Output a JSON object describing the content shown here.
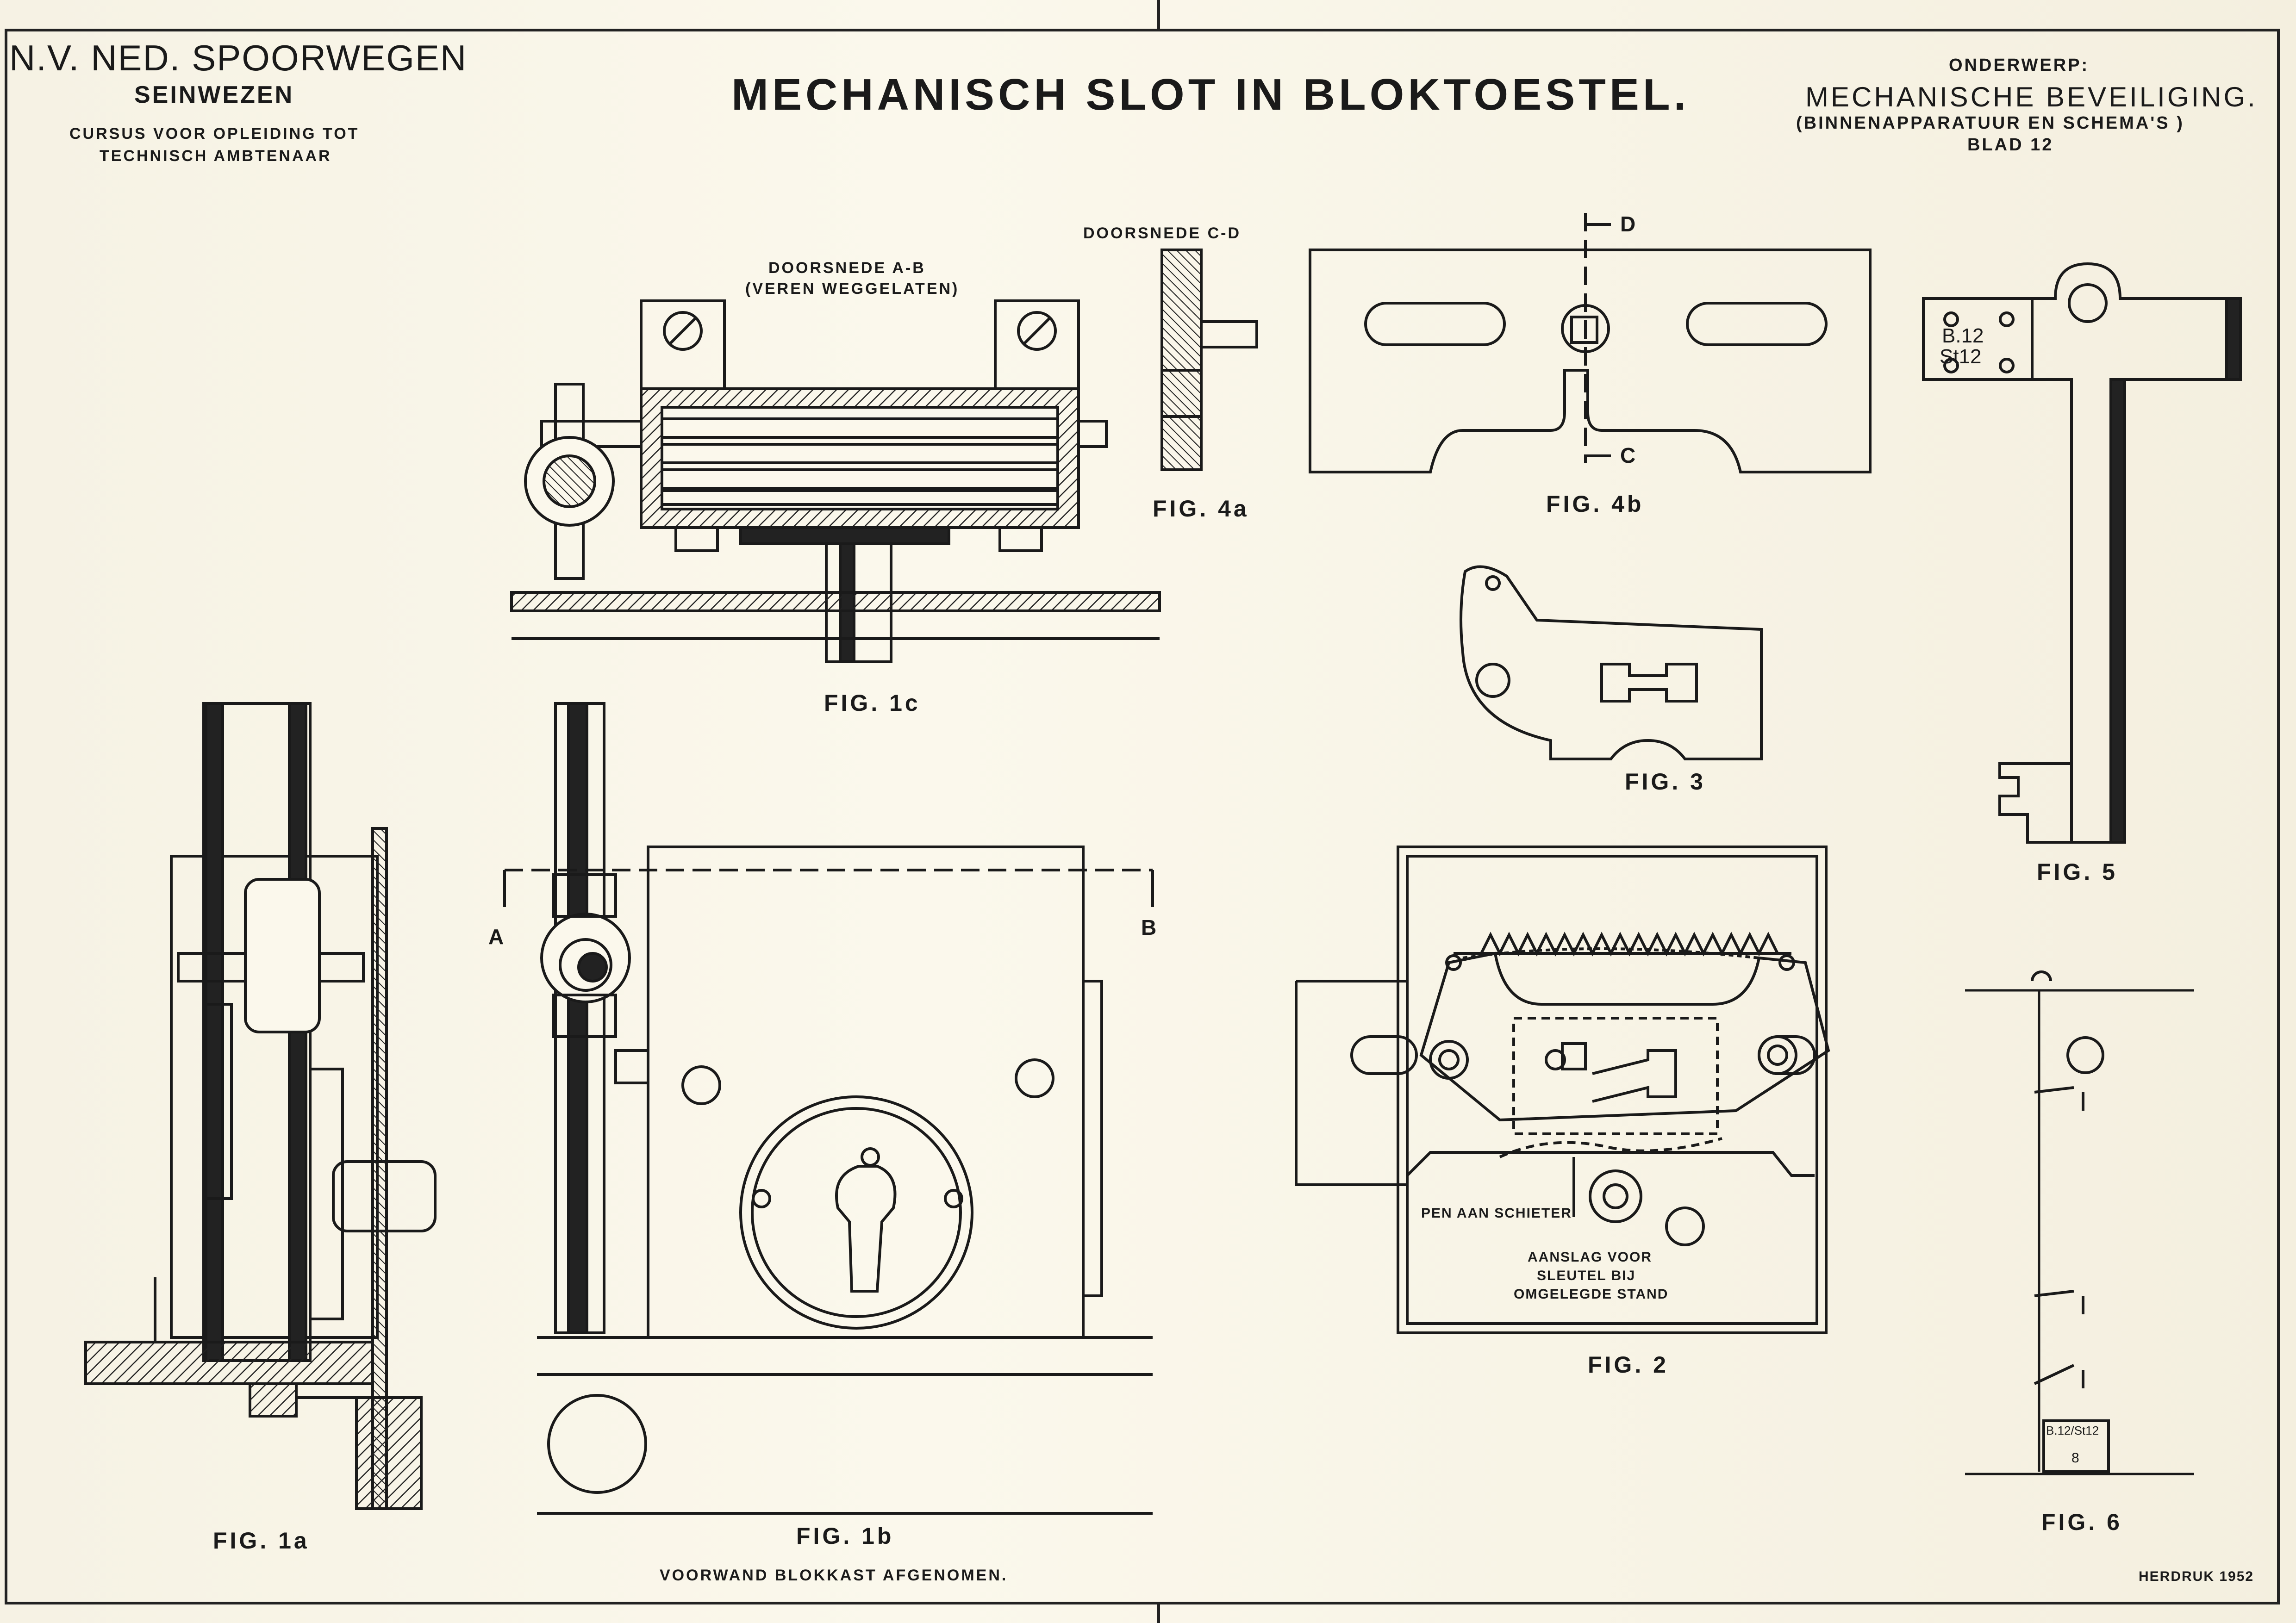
{
  "header": {
    "org": "N.V. NED. SPOORWEGEN",
    "dept": "SEINWEZEN",
    "course_line1": "CURSUS VOOR OPLEIDING TOT",
    "course_line2": "TECHNISCH AMBTENAAR",
    "title": "MECHANISCH SLOT IN BLOKTOESTEL.",
    "subject_label": "ONDERWERP:",
    "subject": "MECHANISCHE BEVEILIGING.",
    "subject_sub": "(BINNENAPPARATUUR EN SCHEMA'S )",
    "sheet": "BLAD 12"
  },
  "figures": {
    "fig1a": "FIG. 1a",
    "fig1b": "FIG. 1b",
    "fig1b_caption": "VOORWAND BLOKKAST AFGENOMEN.",
    "fig1c": "FIG. 1c",
    "fig1c_section": "DOORSNEDE A-B",
    "fig1c_note": "(VEREN WEGGELATEN)",
    "fig2": "FIG. 2",
    "fig2_pen": "PEN AAN SCHIETER",
    "fig2_stop_1": "AANSLAG VOOR",
    "fig2_stop_2": "SLEUTEL BIJ",
    "fig2_stop_3": "OMGELEGDE STAND",
    "fig3": "FIG. 3",
    "fig4a": "FIG. 4a",
    "fig4a_section": "DOORSNEDE C-D",
    "fig4b": "FIG. 4b",
    "fig5": "FIG. 5",
    "fig5_key_1": "B.12",
    "fig5_key_2": "St12",
    "fig6": "FIG. 6",
    "fig6_box": "B.12/St12",
    "fig6_box_2": "8",
    "marker_a": "A",
    "marker_b": "B",
    "marker_c": "C",
    "marker_d": "D"
  },
  "footer": {
    "reprint": "HERDRUK 1952"
  }
}
